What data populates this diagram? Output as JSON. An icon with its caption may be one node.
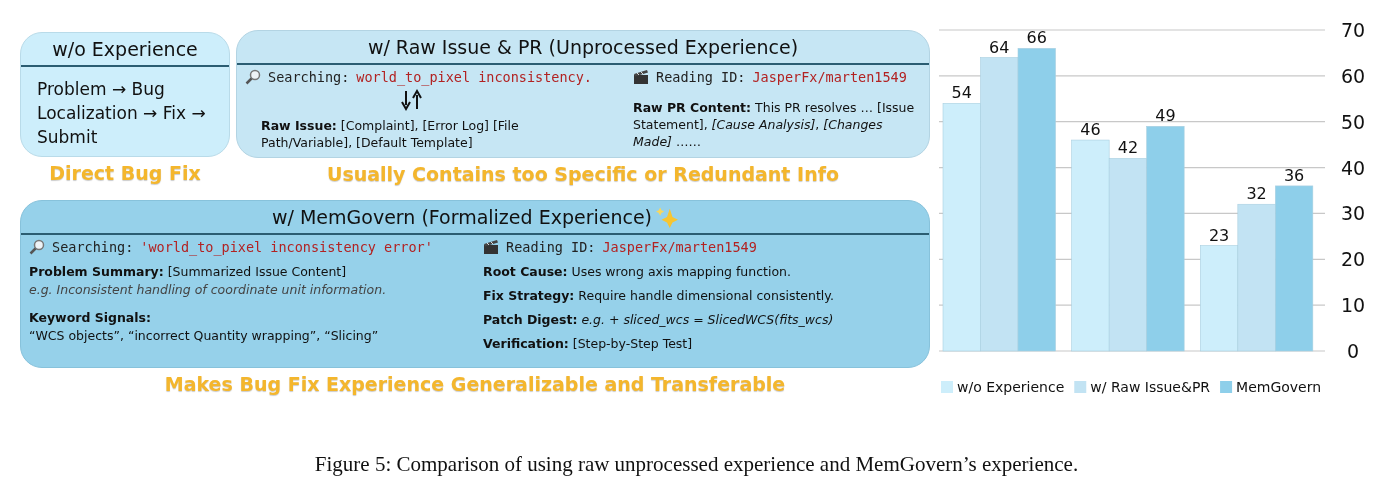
{
  "diagram": {
    "caption": "Figure 5: Comparison of using raw unprocessed experience and MemGovern’s experience.",
    "nodes": [
      {
        "text": [
          "w/o Experience",
          "Problem → Bug Localization → Fix → Submit"
        ],
        "beside": [
          "Direct Bug Fix"
        ]
      },
      {
        "text": [
          "w/ Raw Issue & PR (Unprocessed Experience)",
          "Searching:",
          "world_to_pixel inconsistency.",
          "Reading ID:",
          "JasperFx/marten1549",
          "**Raw Issue:** [Complaint], [Error Log] [File Path/Variable], [Default Template]",
          "**Raw PR Content:** This PR resolves … [Issue Statement], *[Cause Analysis]*, *[Changes Made]* ……"
        ],
        "beside": [
          "Usually Contains too Specific or Redundant Info"
        ]
      },
      {
        "text": [
          "w/ MemGovern (Formalized Experience)",
          "Searching:",
          "'world_to_pixel inconsistency error'",
          "Reading ID:",
          "JasperFx/marten1549",
          "**Problem Summary:** [Summarized Issue Content]",
          "e.g. Inconsistent handling of coordinate unit information.",
          "Keyword Signals:",
          "“WCS objects”, “incorrect Quantity wrapping”, “Slicing”",
          "**Root Cause:** Uses wrong axis mapping function.",
          "**Fix Strategy:** Require handle dimensional consistently.",
          "**Patch Digest:** *e.g. + sliced_wcs = SlicedWCS(fits_wcs)*",
          "**Verification:** [Step-by-Step Test]"
        ],
        "beside": [
          "Makes Bug Fix Experience Generalizable and Transferable"
        ]
      }
    ],
    "chart_data": {
      "type": "bar",
      "categories": [
        null,
        null,
        null
      ],
      "series": [
        {
          "name": "w/o Experience",
          "color": "#cdeefb",
          "values": [
            54,
            46,
            23
          ]
        },
        {
          "name": "w/ Raw Issue&PR",
          "color": "#c2e3f3",
          "values": [
            64,
            42,
            32
          ]
        },
        {
          "name": "MemGovern",
          "color": "#8ecfea",
          "values": [
            66,
            49,
            36
          ]
        }
      ],
      "ylim": [
        0,
        70
      ],
      "yticks": [
        0,
        10,
        20,
        30,
        40,
        50,
        60,
        70
      ],
      "data_labels": true,
      "grid": true,
      "legend": "bottom"
    }
  }
}
